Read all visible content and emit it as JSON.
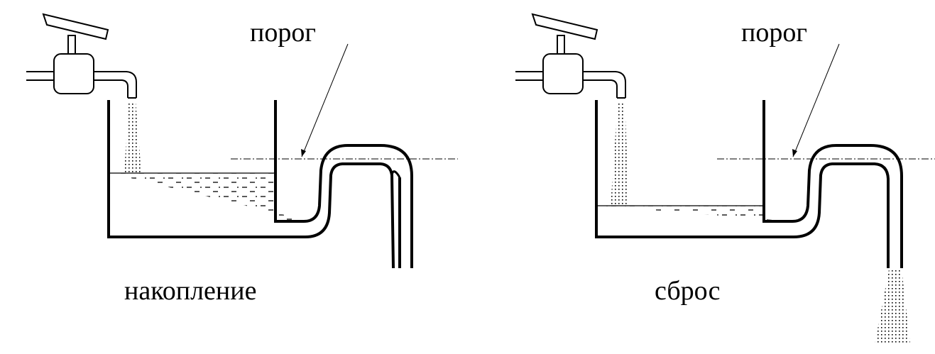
{
  "left": {
    "threshold_label": "порог",
    "caption": "накопление"
  },
  "right": {
    "threshold_label": "порог",
    "caption": "сброс"
  }
}
